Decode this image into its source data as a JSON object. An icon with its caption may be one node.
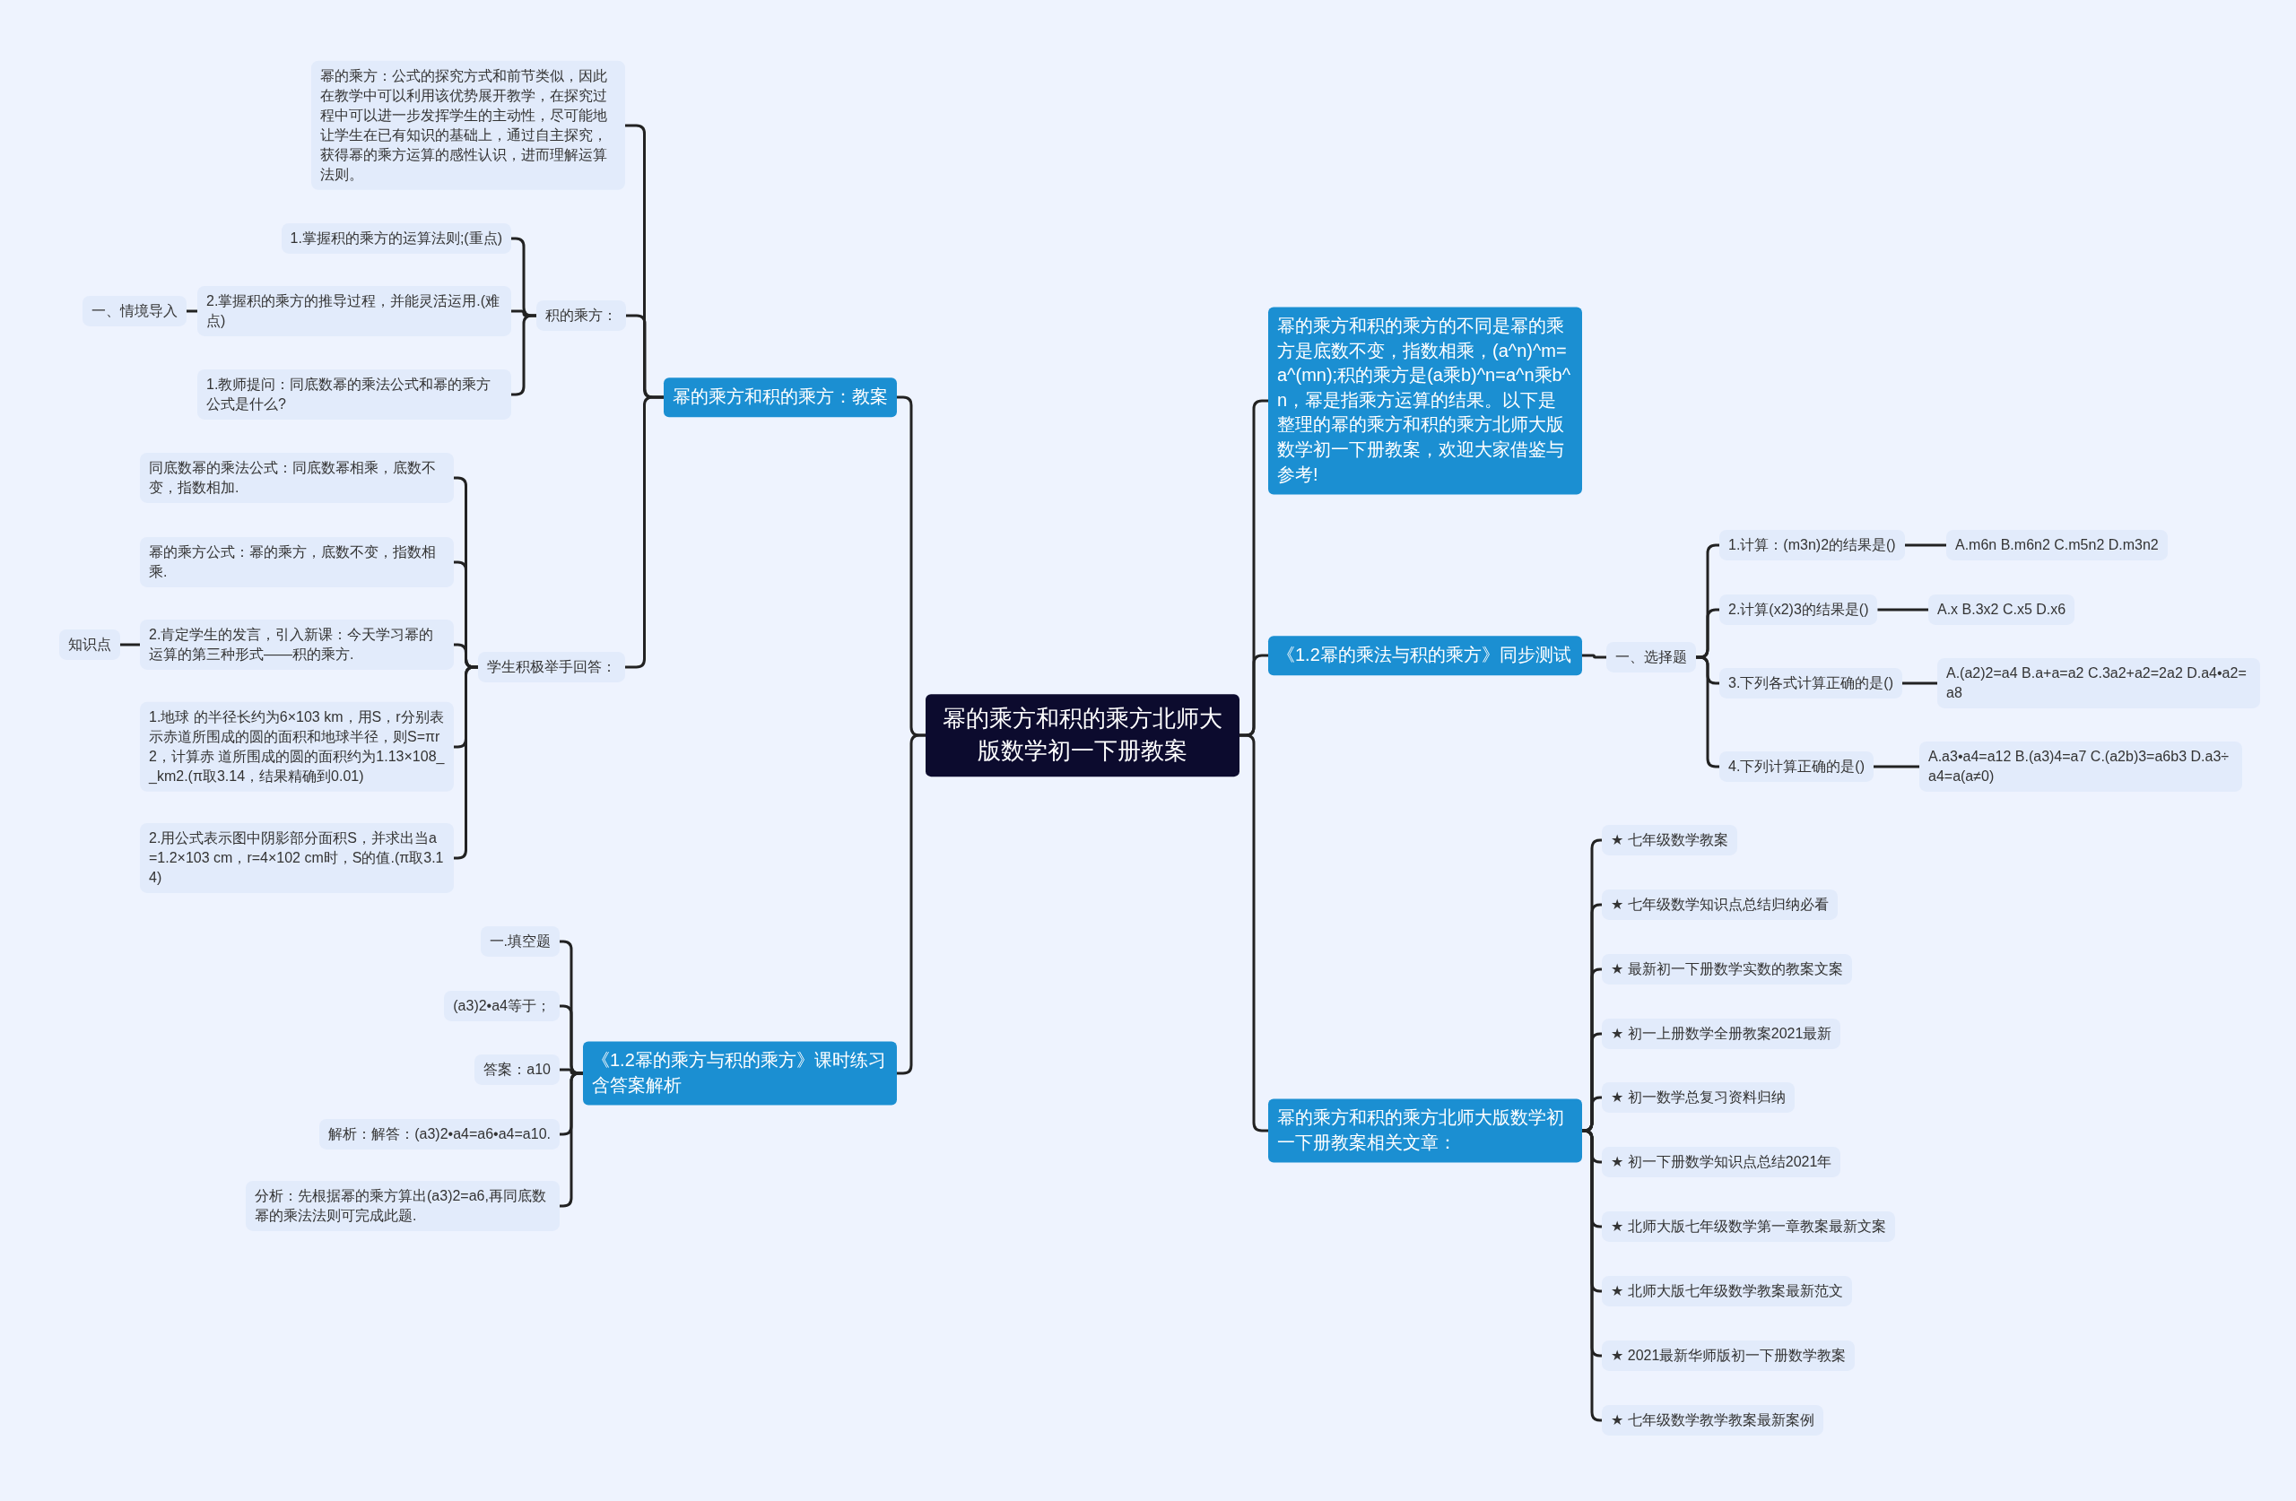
{
  "diagram": {
    "nodes": [
      {
        "text": [
          "幂的乘方和积的乘方北师大版数学初一下册教案"
        ]
      },
      {
        "text": [
          "幂的乘方和积的乘方：教案"
        ]
      },
      {
        "text": [
          "幂的乘方：公式的探究方式和前节类似，因此在教学中可以利用该优势展开教学，在探究过程中可以进一步发挥学生的主动性，尽可能地让学生在已有知识的基础上，通过自主探究，获得幂的乘方运算的感性认识，进而理解运算法则。"
        ]
      },
      {
        "text": [
          "积的乘方："
        ]
      },
      {
        "text": [
          "1.掌握积的乘方的运算法则;(重点)"
        ]
      },
      {
        "text": [
          "2.掌握积的乘方的推导过程，并能灵活运用.(难点)"
        ]
      },
      {
        "text": [
          "一、情境导入"
        ]
      },
      {
        "text": [
          "1.教师提问：同底数幂的乘法公式和幂的乘方公式是什么?"
        ]
      },
      {
        "text": [
          "学生积极举手回答："
        ]
      },
      {
        "text": [
          "同底数幂的乘法公式：同底数幂相乘，底数不变，指数相加."
        ]
      },
      {
        "text": [
          "幂的乘方公式：幂的乘方，底数不变，指数相乘."
        ]
      },
      {
        "text": [
          "2.肯定学生的发言，引入新课：今天学习幂的运算的第三种形式——积的乘方."
        ]
      },
      {
        "text": [
          "知识点"
        ]
      },
      {
        "text": [
          "1.地球 的半径长约为6×103 km，用S，r分别表示赤道所围成的圆的面积和地球半径，则S=πr2，计算赤 道所围成的圆的面积约为1.13×108__km2.(π取3.14，结果精确到0.01)"
        ]
      },
      {
        "text": [
          "2.用公式表示图中阴影部分面积S，并求出当a=1.2×103 cm，r=4×102 cm时，S的值.(π取3.14)"
        ]
      },
      {
        "text": [
          "《1.2幂的乘方与积的乘方》课时练习含答案解析"
        ]
      },
      {
        "text": [
          "一.填空题"
        ]
      },
      {
        "text": [
          "(a3)2•a4等于；"
        ]
      },
      {
        "text": [
          "答案：a10"
        ]
      },
      {
        "text": [
          "解析：解答：(a3)2•a4=a6•a4=a10."
        ]
      },
      {
        "text": [
          "分析：先根据幂的乘方算出(a3)2=a6,再同底数幂的乘法法则可完成此题."
        ]
      },
      {
        "text": [
          "幂的乘方和积的乘方的不同是幂的乘方是底数不变，指数相乘，(a^n)^m=a^(mn);积的乘方是(a乘b)^n=a^n乘b^n，幂是指乘方运算的结果。以下是整理的幂的乘方和积的乘方北师大版数学初一下册教案，欢迎大家借鉴与参考!"
        ]
      },
      {
        "text": [
          "《1.2幂的乘法与积的乘方》同步测试"
        ]
      },
      {
        "text": [
          "一、选择题"
        ]
      },
      {
        "text": [
          "1.计算：(m3n)2的结果是()"
        ]
      },
      {
        "text": [
          "A.m6n B.m6n2 C.m5n2 D.m3n2"
        ]
      },
      {
        "text": [
          "2.计算(x2)3的结果是()"
        ]
      },
      {
        "text": [
          "A.x B.3x2 C.x5 D.x6"
        ]
      },
      {
        "text": [
          "3.下列各式计算正确的是()"
        ]
      },
      {
        "text": [
          "A.(a2)2=a4 B.a+a=a2 C.3a2+a2=2a2 D.a4•a2=a8"
        ]
      },
      {
        "text": [
          "4.下列计算正确的是()"
        ]
      },
      {
        "text": [
          "A.a3•a4=a12 B.(a3)4=a7 C.(a2b)3=a6b3 D.a3÷a4=a(a≠0)"
        ]
      },
      {
        "text": [
          "幂的乘方和积的乘方北师大版数学初一下册教案相关文章："
        ]
      },
      {
        "text": [
          "★ 七年级数学教案"
        ]
      },
      {
        "text": [
          "★ 七年级数学知识点总结归纳必看"
        ]
      },
      {
        "text": [
          "★ 最新初一下册数学实数的教案文案"
        ]
      },
      {
        "text": [
          "★ 初一上册数学全册教案2021最新"
        ]
      },
      {
        "text": [
          "★ 初一数学总复习资料归纳"
        ]
      },
      {
        "text": [
          "★ 初一下册数学知识点总结2021年"
        ]
      },
      {
        "text": [
          "★ 北师大版七年级数学第一章教案最新文案"
        ]
      },
      {
        "text": [
          "★ 北师大版七年级数学教案最新范文"
        ]
      },
      {
        "text": [
          "★ 2021最新华师版初一下册数学教案"
        ]
      },
      {
        "text": [
          "★ 七年级数学教学教案最新案例"
        ]
      }
    ],
    "edges": [
      {
        "from": 0,
        "to": 1,
        "arrow": "none"
      },
      {
        "from": 1,
        "to": 2,
        "arrow": "none"
      },
      {
        "from": 1,
        "to": 3,
        "arrow": "none"
      },
      {
        "from": 3,
        "to": 4,
        "arrow": "none"
      },
      {
        "from": 3,
        "to": 5,
        "arrow": "none"
      },
      {
        "from": 5,
        "to": 6,
        "arrow": "none"
      },
      {
        "from": 3,
        "to": 7,
        "arrow": "none"
      },
      {
        "from": 1,
        "to": 8,
        "arrow": "none"
      },
      {
        "from": 8,
        "to": 9,
        "arrow": "none"
      },
      {
        "from": 8,
        "to": 10,
        "arrow": "none"
      },
      {
        "from": 8,
        "to": 11,
        "arrow": "none"
      },
      {
        "from": 11,
        "to": 12,
        "arrow": "none"
      },
      {
        "from": 8,
        "to": 13,
        "arrow": "none"
      },
      {
        "from": 8,
        "to": 14,
        "arrow": "none"
      },
      {
        "from": 0,
        "to": 15,
        "arrow": "none"
      },
      {
        "from": 15,
        "to": 16,
        "arrow": "none"
      },
      {
        "from": 15,
        "to": 17,
        "arrow": "none"
      },
      {
        "from": 15,
        "to": 18,
        "arrow": "none"
      },
      {
        "from": 15,
        "to": 19,
        "arrow": "none"
      },
      {
        "from": 15,
        "to": 20,
        "arrow": "none"
      },
      {
        "from": 0,
        "to": 21,
        "arrow": "none"
      },
      {
        "from": 0,
        "to": 22,
        "arrow": "none"
      },
      {
        "from": 22,
        "to": 23,
        "arrow": "none"
      },
      {
        "from": 23,
        "to": 24,
        "arrow": "none"
      },
      {
        "from": 24,
        "to": 25,
        "arrow": "none"
      },
      {
        "from": 23,
        "to": 26,
        "arrow": "none"
      },
      {
        "from": 26,
        "to": 27,
        "arrow": "none"
      },
      {
        "from": 23,
        "to": 28,
        "arrow": "none"
      },
      {
        "from": 28,
        "to": 29,
        "arrow": "none"
      },
      {
        "from": 23,
        "to": 30,
        "arrow": "none"
      },
      {
        "from": 30,
        "to": 31,
        "arrow": "none"
      },
      {
        "from": 0,
        "to": 32,
        "arrow": "none"
      },
      {
        "from": 32,
        "to": 33,
        "arrow": "none"
      },
      {
        "from": 32,
        "to": 34,
        "arrow": "none"
      },
      {
        "from": 32,
        "to": 35,
        "arrow": "none"
      },
      {
        "from": 32,
        "to": 36,
        "arrow": "none"
      },
      {
        "from": 32,
        "to": 37,
        "arrow": "none"
      },
      {
        "from": 32,
        "to": 38,
        "arrow": "none"
      },
      {
        "from": 32,
        "to": 39,
        "arrow": "none"
      },
      {
        "from": 32,
        "to": 40,
        "arrow": "none"
      },
      {
        "from": 32,
        "to": 41,
        "arrow": "none"
      },
      {
        "from": 32,
        "to": 42,
        "arrow": "none"
      }
    ]
  }
}
